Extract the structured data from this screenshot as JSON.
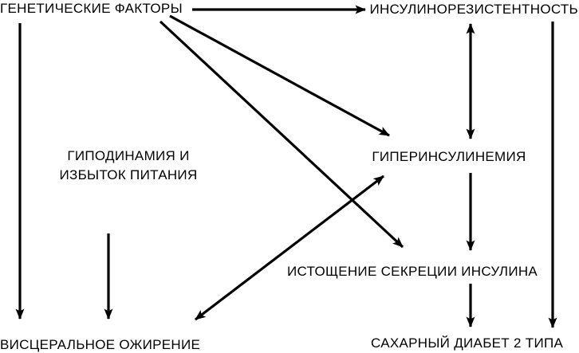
{
  "diagram": {
    "background_color": "#ffffff",
    "line_color": "#000000",
    "text_color": "#000000",
    "nodes": {
      "genetic_factors": {
        "label": "ГЕНЕТИЧЕСКИЕ ФАКТОРЫ"
      },
      "insulin_resistance": {
        "label": "ИНСУЛИНОРЕЗИСТЕНТНОСТЬ"
      },
      "hypodynamia_overnutrition": {
        "line1": "ГИПОДИНАМИЯ И",
        "line2": "ИЗБЫТОК ПИТАНИЯ"
      },
      "hyperinsulinemia": {
        "label": "ГИПЕРИНСУЛИНЕМИЯ"
      },
      "insulin_secretion_depletion": {
        "label": "ИСТОЩЕНИЕ СЕКРЕЦИИ ИНСУЛИНА"
      },
      "visceral_obesity": {
        "label": "ВИСЦЕРАЛЬНОЕ ОЖИРЕНИЕ"
      },
      "type2_diabetes": {
        "label": "САХАРНЫЙ ДИАБЕТ 2 ТИПА"
      }
    },
    "edges": [
      {
        "from": "genetic_factors",
        "to": "insulin_resistance",
        "direction": "one-way"
      },
      {
        "from": "genetic_factors",
        "to": "visceral_obesity",
        "direction": "one-way"
      },
      {
        "from": "genetic_factors",
        "to": "hyperinsulinemia",
        "direction": "one-way"
      },
      {
        "from": "genetic_factors",
        "to": "insulin_secretion_depletion",
        "direction": "one-way"
      },
      {
        "from": "insulin_resistance",
        "to": "hyperinsulinemia",
        "direction": "two-way"
      },
      {
        "from": "visceral_obesity",
        "to": "hyperinsulinemia",
        "direction": "two-way"
      },
      {
        "from": "hypodynamia_overnutrition",
        "to": "visceral_obesity",
        "direction": "one-way"
      },
      {
        "from": "hyperinsulinemia",
        "to": "insulin_secretion_depletion",
        "direction": "one-way"
      },
      {
        "from": "insulin_secretion_depletion",
        "to": "type2_diabetes",
        "direction": "one-way"
      },
      {
        "from": "insulin_resistance",
        "to": "type2_diabetes",
        "direction": "one-way"
      }
    ]
  }
}
